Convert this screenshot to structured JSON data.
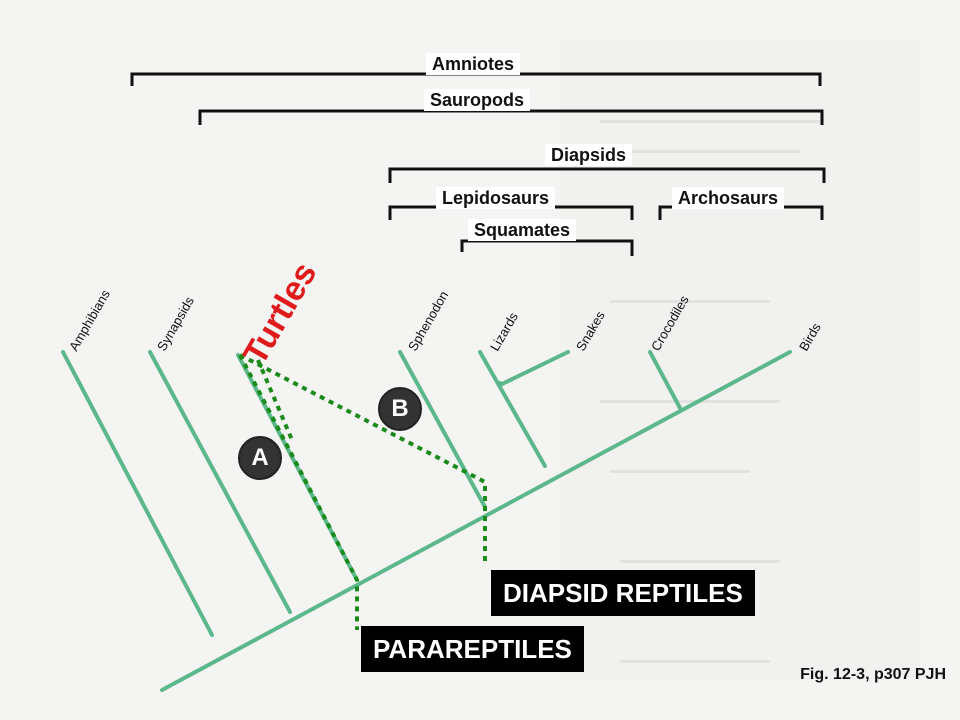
{
  "clades": {
    "amniotes": "Amniotes",
    "sauropods": "Sauropods",
    "diapsids": "Diapsids",
    "lepidosaurs": "Lepidosaurs",
    "archosaurs": "Archosaurs",
    "squamates": "Squamates"
  },
  "taxa": {
    "amphibians": "Amphibians",
    "synapsids": "Synapsids",
    "turtles": "Turtles",
    "sphenodon": "Sphenodon",
    "lizards": "Lizards",
    "snakes": "Snakes",
    "crocodiles": "Crocodiles",
    "birds": "Birds"
  },
  "nodes": {
    "a": "A",
    "b": "B"
  },
  "groups": {
    "diapsid_reptiles": "DIAPSID REPTILES",
    "parareptiles": "PARAREPTILES"
  },
  "caption": "Fig. 12-3, p307 PJH",
  "colors": {
    "branch": "#5cb88a",
    "dotted": "#1a8a1a",
    "turtles": "#e01b1b",
    "bracket": "#111111"
  }
}
